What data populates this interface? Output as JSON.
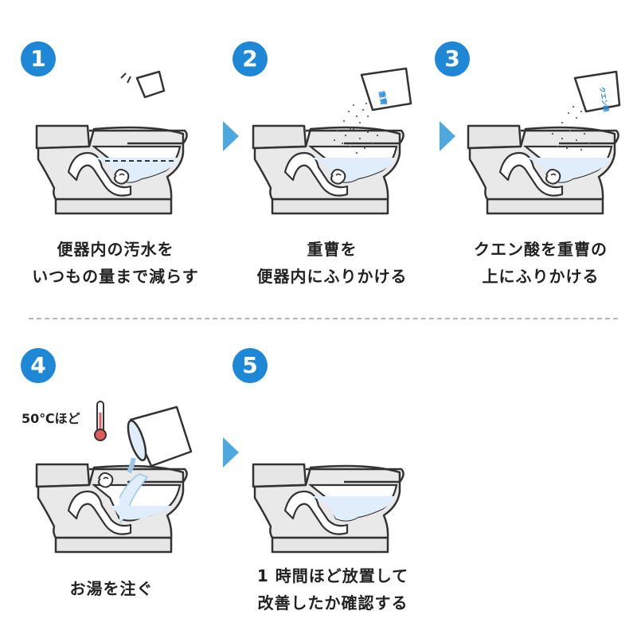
{
  "steps": [
    {
      "number": "1",
      "lines": [
        "便器内の汚水を",
        "いつもの量まで減らす"
      ]
    },
    {
      "number": "2",
      "lines": [
        "重曹を",
        "便器内にふりかける"
      ]
    },
    {
      "number": "3",
      "lines": [
        "クエン酸を重曹の",
        "上にふりかける"
      ]
    },
    {
      "number": "4",
      "lines": [
        "お湯を注ぐ"
      ]
    },
    {
      "number": "5",
      "lines": [
        "1 時間ほど放置して",
        "改善したか確認する"
      ]
    }
  ],
  "temperature_label": "50℃ほど",
  "packages": {
    "baking_soda": "重曹",
    "citric_acid": "クエン酸"
  },
  "colors": {
    "accent": "#1e88d6",
    "arrow": "#4ea8e0",
    "water": "#dfeefa",
    "outline": "#333333",
    "toilet_fill": "#e9e9e9",
    "thermo": "#e05a5a"
  }
}
